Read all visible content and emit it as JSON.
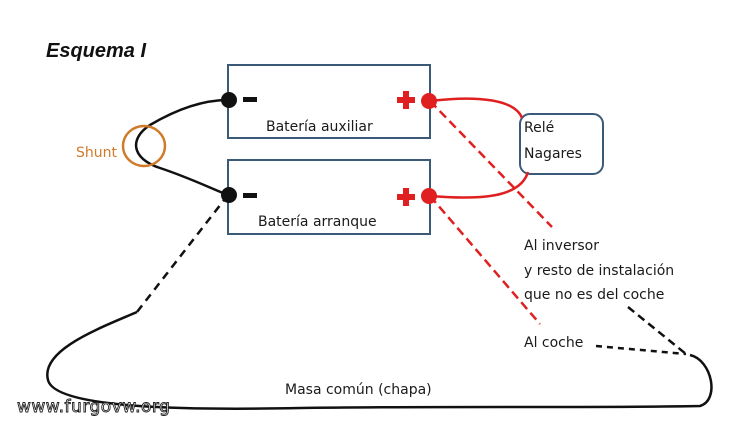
{
  "title": "Esquema I",
  "labels": {
    "battery_aux": "Batería auxiliar",
    "battery_start": "Batería arranque",
    "shunt": "Shunt",
    "relay_line1": "Relé",
    "relay_line2": "Nagares",
    "inverter_line1": "Al inversor",
    "inverter_line2": "y resto de instalación",
    "inverter_line3": "que no es del coche",
    "to_car": "Al coche",
    "common_ground": "Masa común (chapa)",
    "watermark": "www.furgovw.org"
  },
  "colors": {
    "battery_border": "#3a5a78",
    "wire_positive": "#e02020",
    "wire_ground": "#111111",
    "shunt_ring": "#d07a2a",
    "relay_border": "#3a5a78"
  }
}
